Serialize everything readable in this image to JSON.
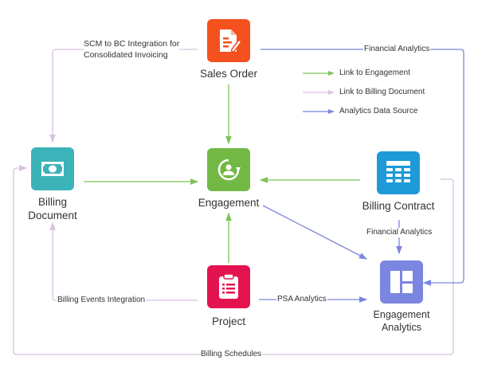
{
  "nodes": {
    "sales_order": {
      "label": "Sales Order",
      "icon": "document-edit-icon",
      "color": "#f4511e"
    },
    "billing_document": {
      "label_line1": "Billing",
      "label_line2": "Document",
      "icon": "banknote-icon",
      "color": "#3cb3b9"
    },
    "engagement": {
      "label": "Engagement",
      "icon": "person-cycle-icon",
      "color": "#72b844"
    },
    "billing_contract": {
      "label": "Billing Contract",
      "icon": "calculator-grid-icon",
      "color": "#1e9ad8"
    },
    "project": {
      "label": "Project",
      "icon": "clipboard-list-icon",
      "color": "#e3134f"
    },
    "engagement_analytics": {
      "label_line1": "Engagement",
      "label_line2": "Analytics",
      "icon": "dashboard-layout-icon",
      "color": "#7b86e0"
    }
  },
  "edge_labels": {
    "scm_line1": "SCM to BC Integration for",
    "scm_line2": "Consolidated Invoicing",
    "financial_analytics_top": "Financial Analytics",
    "financial_analytics_contract": "Financial Analytics",
    "billing_events": "Billing Events Integration",
    "psa_analytics": "PSA Analytics",
    "billing_schedules": "Billing Schedules"
  },
  "legend": [
    {
      "label": "Link to Engagement",
      "color": "#7fc35a"
    },
    {
      "label": "Link to Billing Document",
      "color": "#d9c2e0"
    },
    {
      "label": "Analytics Data Source",
      "color": "#7b86e0"
    }
  ],
  "colors": {
    "green_link": "#7fc35a",
    "pink_link": "#d9c2e0",
    "blue_link": "#7b86e0"
  }
}
